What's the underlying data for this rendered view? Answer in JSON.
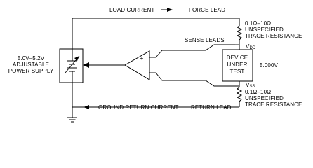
{
  "colors": {
    "line": "#000000",
    "background": "#ffffff"
  },
  "top": {
    "load_current": "LOAD CURRENT",
    "force_lead": "FORCE LEAD"
  },
  "bottom": {
    "ground_return_current": "GROUND RETURN CURRENT",
    "return_lead": "RETURN LEAD"
  },
  "power_supply": {
    "line1": "5.0V–5.2V",
    "line2": "ADJUSTABLE",
    "line3": "POWER SUPPLY"
  },
  "top_resistance": {
    "value": "0.1Ω–10Ω",
    "line2": "UNSPECIFIED",
    "line3": "TRACE RESISTANCE"
  },
  "bottom_resistance": {
    "value": "0.1Ω–10Ω",
    "line2": "UNSPECIFIED",
    "line3": "TRACE RESISTANCE"
  },
  "sense_leads": "SENSE LEADS",
  "device": {
    "line1": "DEVICE",
    "line2": "UNDER",
    "line3": "TEST",
    "voltage": "5.000V"
  },
  "pins": {
    "vdd_main": "V",
    "vdd_sub": "DD",
    "vss_main": "V",
    "vss_sub": "SS"
  },
  "amp": {
    "plus": "+",
    "minus": "−"
  },
  "icons": [
    "arrow-right-icon",
    "arrow-left-icon",
    "resistor-icon",
    "ground-icon",
    "op-amp-icon",
    "variable-supply-icon"
  ]
}
